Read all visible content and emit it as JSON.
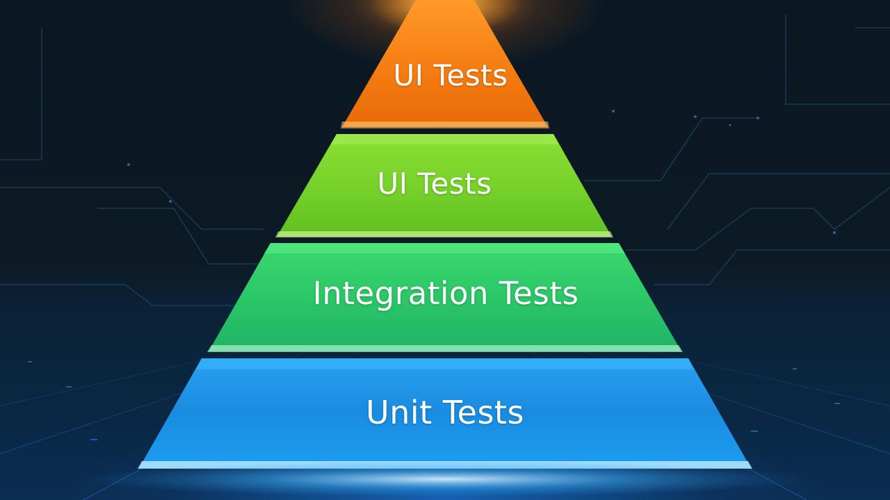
{
  "pyramid": {
    "tiers": [
      {
        "label": "UI Tests",
        "color": "#f07a12"
      },
      {
        "label": "UI Tests",
        "color": "#78d22a"
      },
      {
        "label": "Integration Tests",
        "color": "#2ec86a"
      },
      {
        "label": "Unit Tests",
        "color": "#1a8fe0"
      }
    ]
  }
}
